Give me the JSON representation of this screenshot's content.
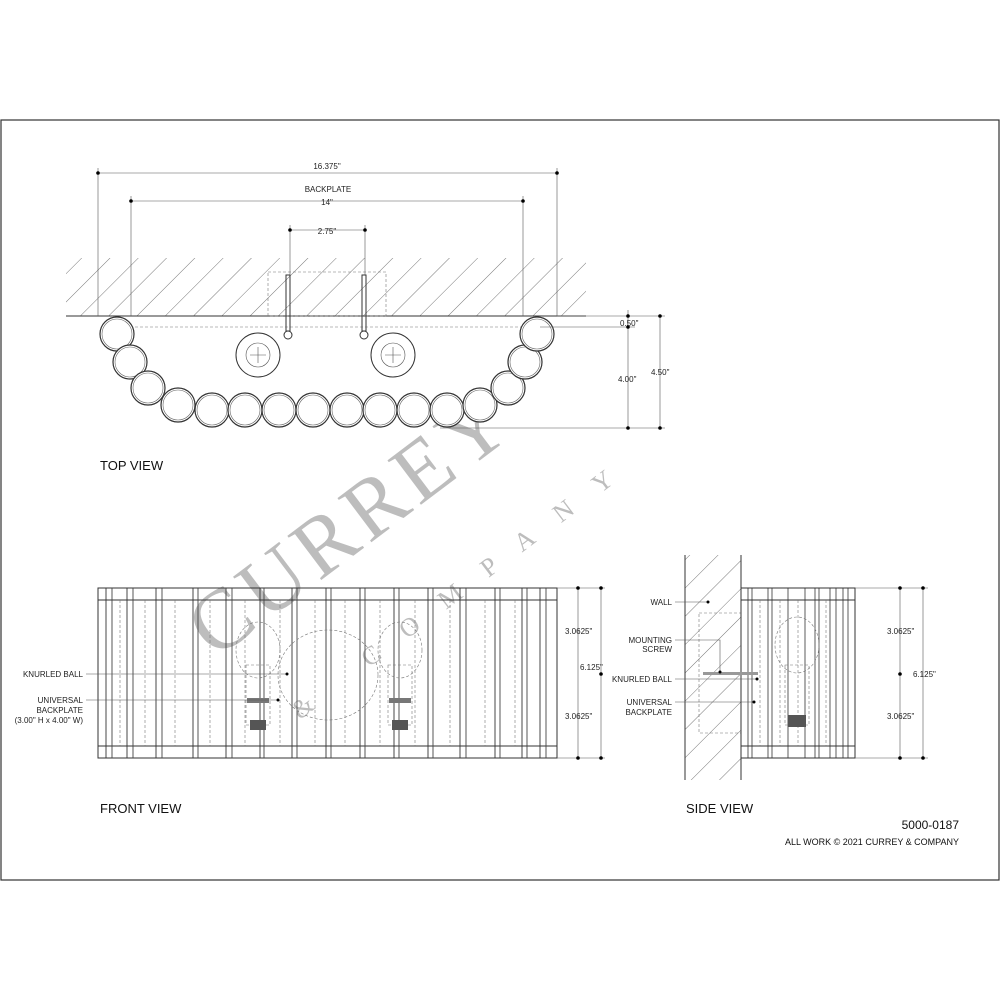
{
  "top_view": {
    "title": "TOP VIEW",
    "dim_overall": "16.375\"",
    "backplate_label": "BACKPLATE",
    "dim_backplate": "14\"",
    "dim_spacing": "2.75\"",
    "dim_offset": "0.50\"",
    "dim_depth": "4.00\"",
    "dim_total_depth": "4.50\""
  },
  "front_view": {
    "title": "FRONT VIEW",
    "knurled_ball": "KNURLED BALL",
    "backplate_line1": "UNIVERSAL",
    "backplate_line2": "BACKPLATE",
    "backplate_line3": "(3.00\" H x 4.00\" W)",
    "dim_upper": "3.0625\"",
    "dim_lower": "3.0625\"",
    "dim_total": "6.125\""
  },
  "side_view": {
    "title": "SIDE VIEW",
    "wall": "WALL",
    "mounting_line1": "MOUNTING",
    "mounting_line2": "SCREW",
    "knurled_ball": "KNURLED BALL",
    "backplate_line1": "UNIVERSAL",
    "backplate_line2": "BACKPLATE",
    "dim_upper": "3.0625\"",
    "dim_lower": "3.0625\"",
    "dim_total": "6.125\""
  },
  "title_block": {
    "part_number": "5000-0187",
    "copyright": "ALL WORK © 2021 CURREY & COMPANY"
  },
  "watermark": {
    "brand": "CURREY",
    "sub": "& COMPANY"
  },
  "colors": {
    "line": "#333333",
    "watermark": "#b8b8b8"
  }
}
